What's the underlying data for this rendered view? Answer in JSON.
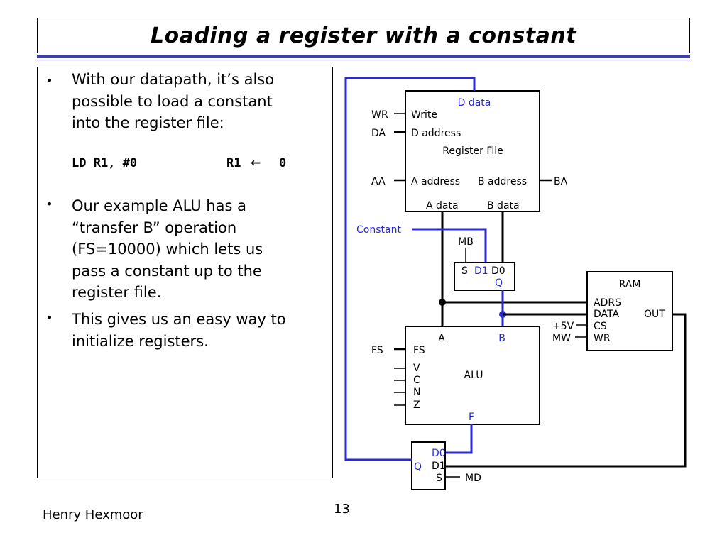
{
  "slide": {
    "title": "Loading a register with a constant",
    "author": "Henry Hexmoor",
    "page_number": "13"
  },
  "content": {
    "bullet_symbol": "•",
    "para1_lines": [
      "With our datapath, it’s also",
      "possible to load a constant",
      "into the register file:"
    ],
    "code": {
      "instruction": "LD R1, #0",
      "dest": "R1",
      "arrow": "←",
      "value": "0"
    },
    "para2_lines": [
      "Our example ALU has a",
      "“transfer B” operation",
      "(FS=10000) which lets us",
      "pass a constant up to the",
      "register file."
    ],
    "para3_lines": [
      "This gives us an easy way to",
      "initialize registers."
    ]
  },
  "diagram": {
    "colors": {
      "wire": "#000000",
      "highlight": "#2a2ad2"
    },
    "register_file": {
      "d_data": "D data",
      "write": "Write",
      "d_address": "D address",
      "name": "Register File",
      "a_address": "A address",
      "b_address": "B address",
      "a_data": "A data",
      "b_data": "B data"
    },
    "rf_signals": {
      "wr": "WR",
      "da": "DA",
      "aa": "AA",
      "ba": "BA"
    },
    "constant": "Constant",
    "mux_b": {
      "select": "MB",
      "s": "S",
      "d1": "D1",
      "d0": "D0",
      "q": "Q"
    },
    "ram": {
      "name": "RAM",
      "adrs": "ADRS",
      "data": "DATA",
      "out": "OUT",
      "cs": "CS",
      "wr": "WR",
      "vcc": "+5V",
      "mw": "MW"
    },
    "alu": {
      "a": "A",
      "b": "B",
      "fs": "FS",
      "fs_in": "FS",
      "v": "V",
      "c": "C",
      "n": "N",
      "z": "Z",
      "name": "ALU",
      "f": "F"
    },
    "mux_d": {
      "d0": "D0",
      "d1": "D1",
      "q": "Q",
      "s": "S",
      "select": "MD"
    }
  }
}
